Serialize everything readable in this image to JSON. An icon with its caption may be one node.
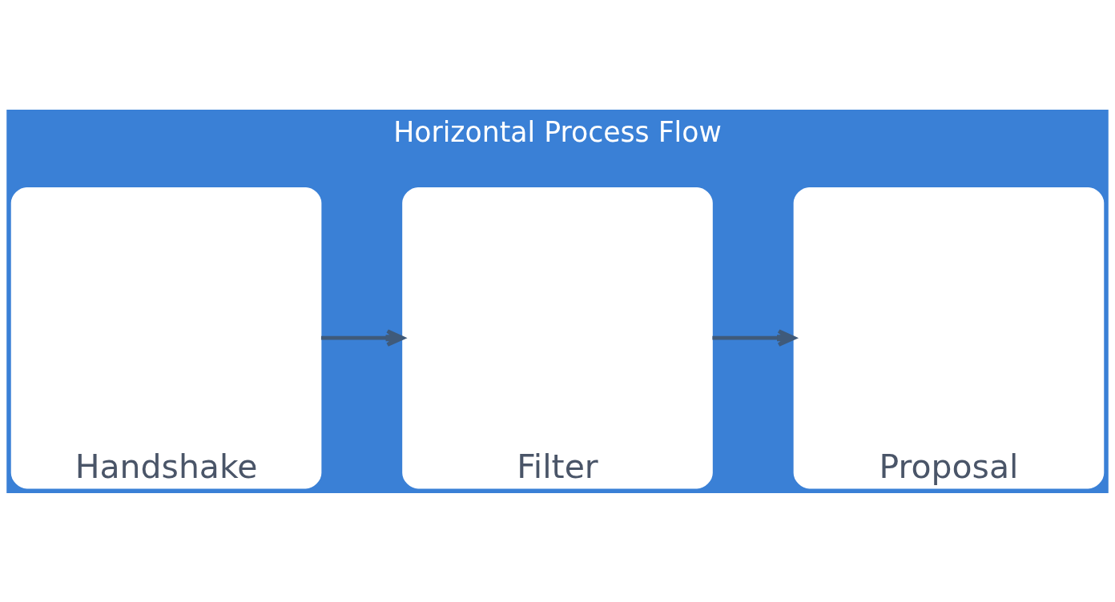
{
  "diagram": {
    "title": "Horizontal Process Flow",
    "nodes": [
      {
        "text": [
          "Handshake"
        ]
      },
      {
        "text": [
          "Filter"
        ]
      },
      {
        "text": [
          "Proposal"
        ]
      }
    ],
    "edges": [
      {
        "from": 0,
        "to": 1,
        "arrow": "to"
      },
      {
        "from": 1,
        "to": 2,
        "arrow": "to"
      }
    ]
  }
}
